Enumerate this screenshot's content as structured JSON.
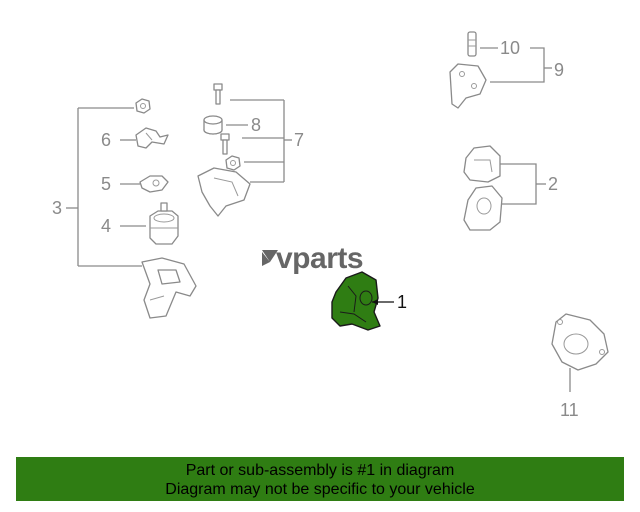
{
  "diagram": {
    "brand": "vparts",
    "callouts": {
      "c1": "1",
      "c2": "2",
      "c3": "3",
      "c4": "4",
      "c5": "5",
      "c6": "6",
      "c7": "7",
      "c8": "8",
      "c9": "9",
      "c10": "10",
      "c11": "11"
    },
    "highlight_color": "#2f7d13"
  },
  "footer": {
    "line1": "Part or sub-assembly is #1 in diagram",
    "line2": "Diagram may not be specific to your vehicle",
    "background": "#2f7d13"
  }
}
